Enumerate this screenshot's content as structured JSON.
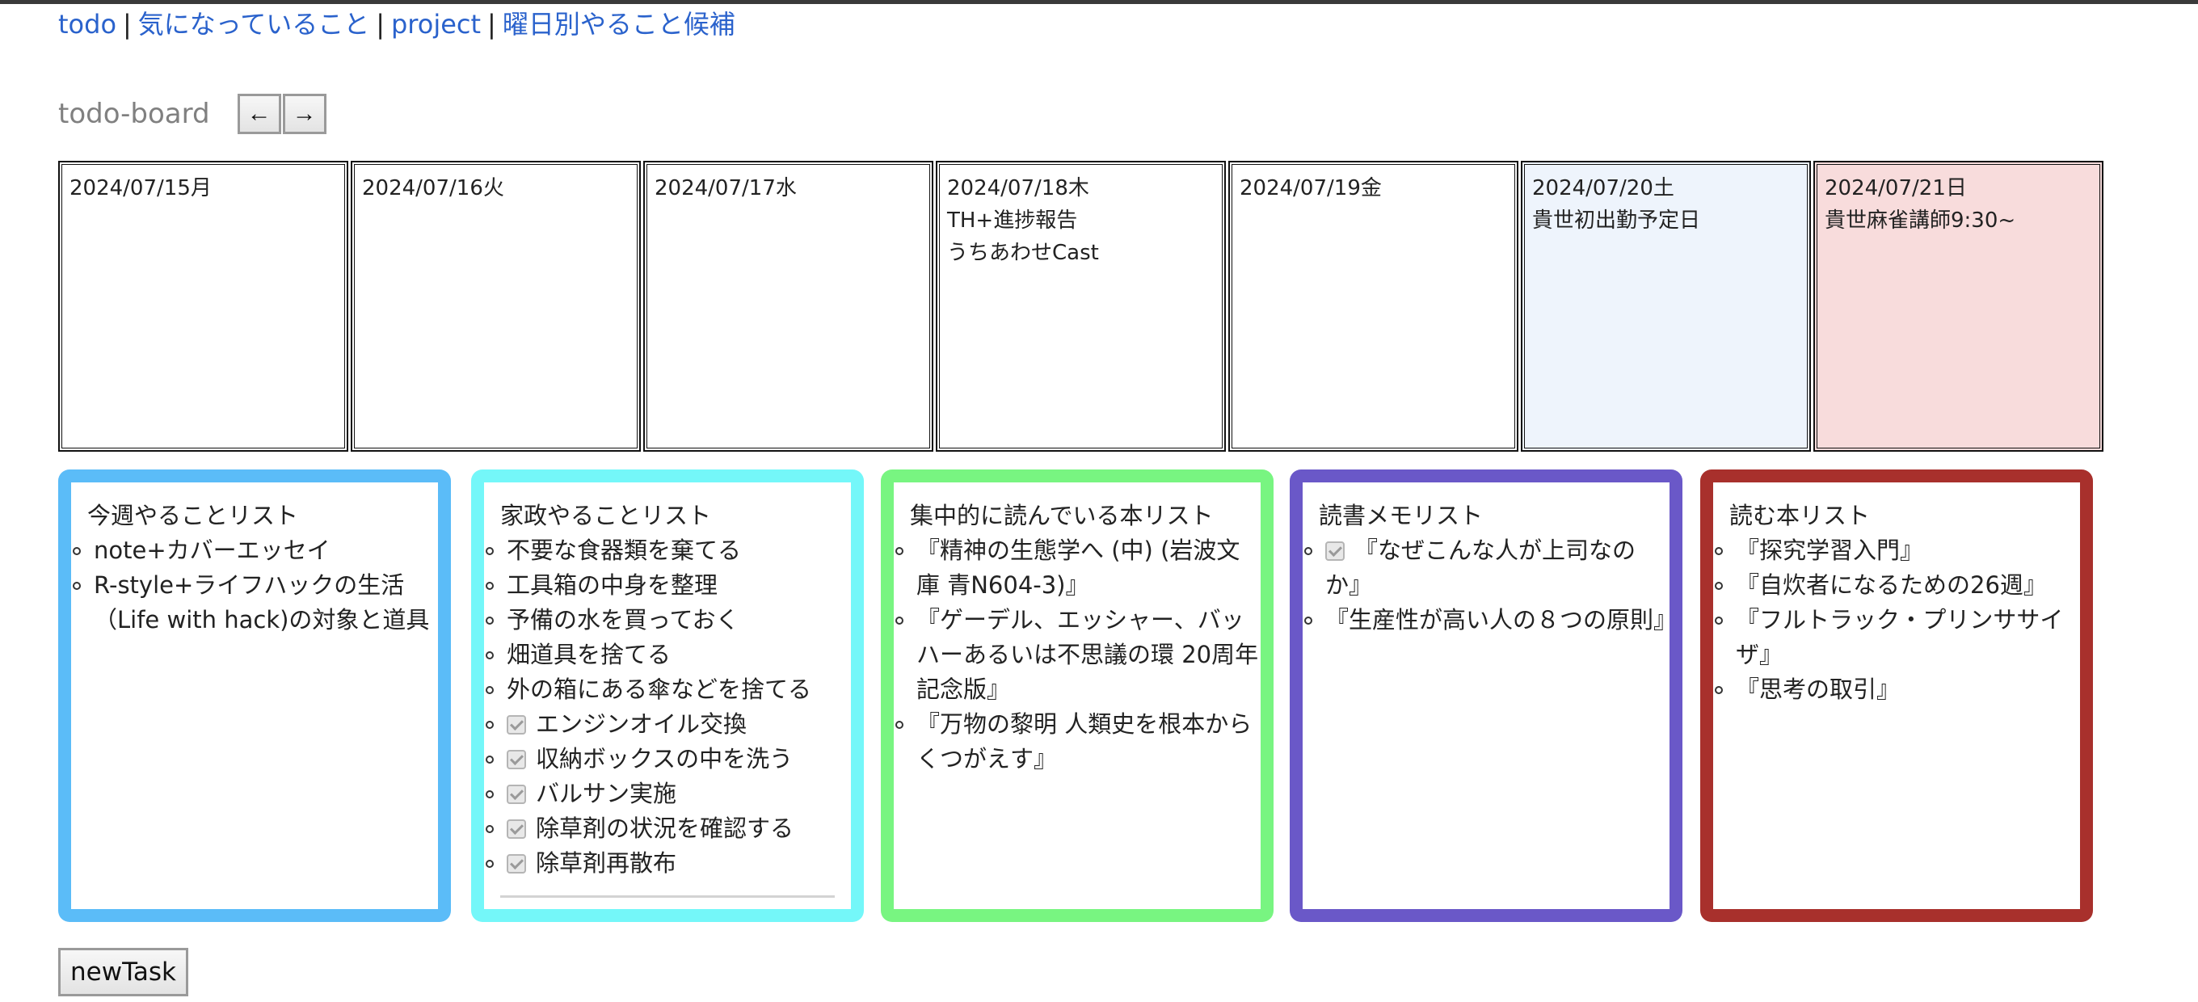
{
  "nav": {
    "links": [
      "todo",
      "気になっていること",
      "project",
      "曜日別やること候補"
    ],
    "separator": "|"
  },
  "board": {
    "title": "todo-board",
    "prev_label": "←",
    "next_label": "→"
  },
  "days": [
    {
      "date": "2024/07/15月",
      "events": []
    },
    {
      "date": "2024/07/16火",
      "events": []
    },
    {
      "date": "2024/07/17水",
      "events": []
    },
    {
      "date": "2024/07/18木",
      "events": [
        "TH+進捗報告",
        "うちあわせCast"
      ]
    },
    {
      "date": "2024/07/19金",
      "events": []
    },
    {
      "date": "2024/07/20土",
      "events": [
        "貴世初出勤予定日"
      ]
    },
    {
      "date": "2024/07/21日",
      "events": [
        "貴世麻雀講師9:30~"
      ]
    }
  ],
  "lists": [
    {
      "title": "今週やることリスト",
      "color": "#5bbcf8",
      "items": [
        {
          "text": "note+カバーエッセイ",
          "checked": false
        },
        {
          "text": "R-style+ライフハックの生活（Life with hack)の対象と道具",
          "checked": false
        }
      ]
    },
    {
      "title": "家政やることリスト",
      "color": "#74f7f9",
      "items": [
        {
          "text": "不要な食器類を棄てる",
          "checked": false
        },
        {
          "text": "工具箱の中身を整理",
          "checked": false
        },
        {
          "text": "予備の水を買っておく",
          "checked": false
        },
        {
          "text": "畑道具を捨てる",
          "checked": false
        },
        {
          "text": "外の箱にある傘などを捨てる",
          "checked": false
        },
        {
          "text": "エンジンオイル交換",
          "checked": true
        },
        {
          "text": "収納ボックスの中を洗う",
          "checked": true
        },
        {
          "text": "バルサン実施",
          "checked": true
        },
        {
          "text": "除草剤の状況を確認する",
          "checked": true
        },
        {
          "text": "除草剤再散布",
          "checked": true
        }
      ]
    },
    {
      "title": "集中的に読んでいる本リスト",
      "color": "#78f581",
      "items": [
        {
          "text": "『精神の生態学へ (中) (岩波文庫 青N604-3)』",
          "checked": false
        },
        {
          "text": "『ゲーデル、エッシャー、バッハーあるいは不思議の環 20周年記念版』",
          "checked": false
        },
        {
          "text": "『万物の黎明 人類史を根本からくつがえす』",
          "checked": false
        }
      ]
    },
    {
      "title": "読書メモリスト",
      "color": "#6a58c8",
      "items": [
        {
          "text": "『なぜこんな人が上司なのか』",
          "checked": true
        },
        {
          "text": "『生産性が高い人の８つの原則』",
          "checked": false
        }
      ]
    },
    {
      "title": "読む本リスト",
      "color": "#a8302c",
      "items": [
        {
          "text": "『探究学習入門』",
          "checked": false
        },
        {
          "text": "『自炊者になるための26週』",
          "checked": false
        },
        {
          "text": "『フルトラック・プリンササイザ』",
          "checked": false
        },
        {
          "text": "『思考の取引』",
          "checked": false
        }
      ]
    }
  ],
  "new_task_label": "newTask"
}
